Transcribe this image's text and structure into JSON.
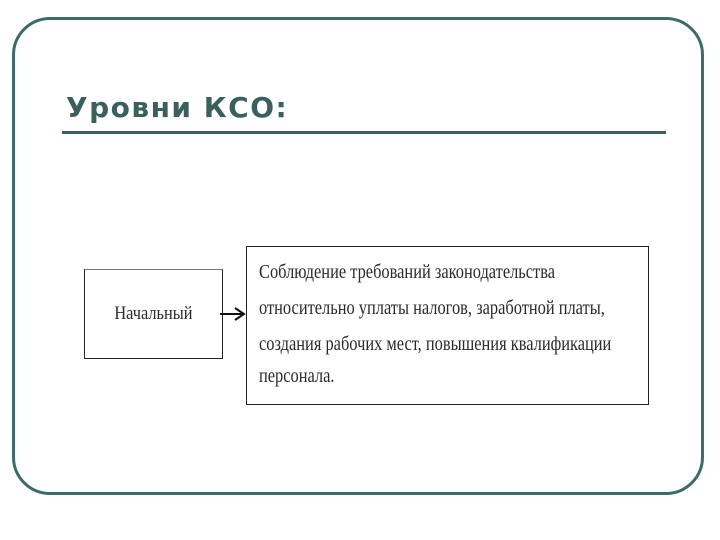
{
  "slide": {
    "title": "Уровни КСО:"
  },
  "diagram": {
    "level_label": "Начальный",
    "description_lines": [
      "Соблюдение требований законодательства",
      "относительно уплаты налогов, заработной платы,",
      "создания рабочих мест, повышения квалификации",
      "персонала."
    ]
  },
  "colors": {
    "title": "#3a5f5c",
    "frame": "#3d6b66",
    "text": "#2a2a2a"
  }
}
